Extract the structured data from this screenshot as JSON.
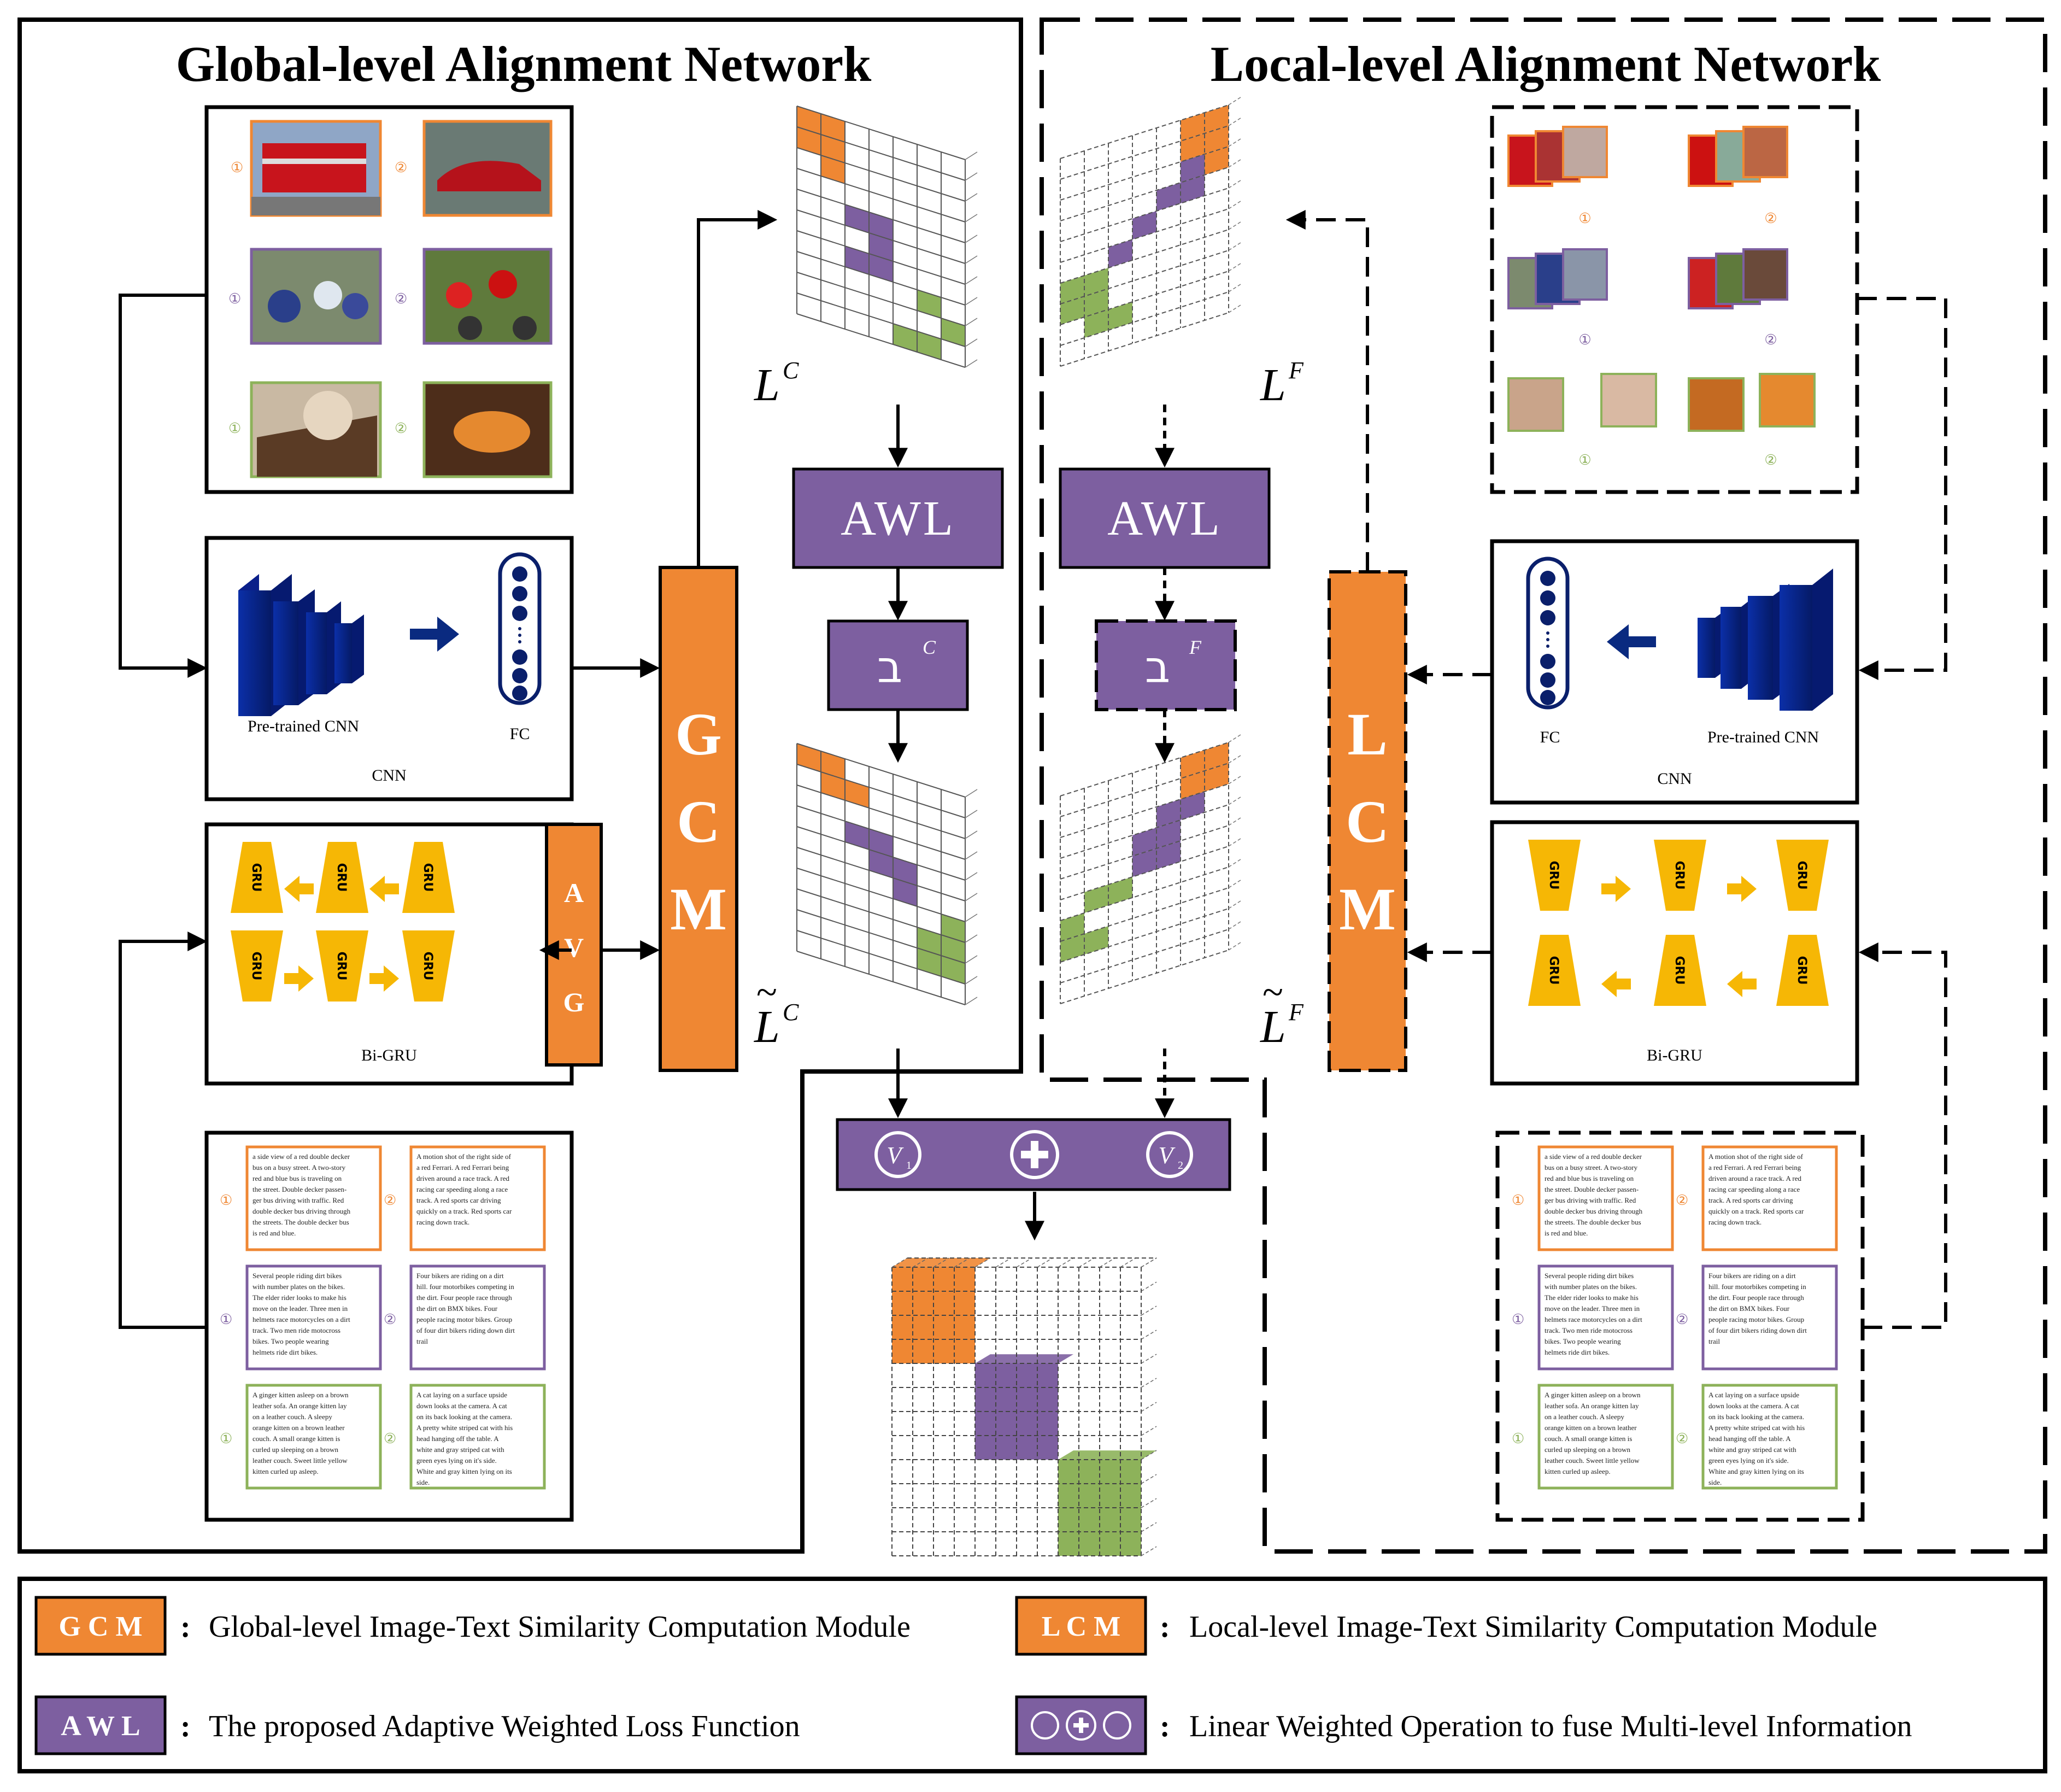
{
  "titles": {
    "global": "Global-level Alignment Network",
    "local": "Local-level Alignment Network"
  },
  "colors": {
    "orange": "#ef8733",
    "purple": "#7d5fa0",
    "green": "#8db25a",
    "navy": "#0a1f6b",
    "yellow": "#f6b705",
    "black": "#000000"
  },
  "global": {
    "cnn_label": "CNN",
    "pretrained": "Pre-trained CNN",
    "fc": "FC",
    "bigru_label": "Bi-GRU",
    "gru": "GRU",
    "avg": [
      "A",
      "V",
      "G"
    ],
    "gcm": [
      "G",
      "C",
      "M"
    ],
    "matrix": "L",
    "matrix_sup": "C",
    "matrix_tilde": "L",
    "awl": "AWL",
    "beta": "ב",
    "beta_sup": "C"
  },
  "local": {
    "cnn_label": "CNN",
    "pretrained": "Pre-trained CNN",
    "fc": "FC",
    "bigru_label": "Bi-GRU",
    "gru": "GRU",
    "lcm": [
      "L",
      "C",
      "M"
    ],
    "matrix": "L",
    "matrix_sup": "F",
    "awl": "AWL",
    "beta": "ב",
    "beta_sup": "F"
  },
  "fusion": {
    "v1": "V",
    "v1_sub": "1",
    "v2": "V",
    "v2_sub": "2",
    "plus": "+"
  },
  "image_markers": [
    "①",
    "②"
  ],
  "captions": {
    "c1": [
      "a side view of a red double decker",
      "bus on a busy street. A two-story",
      "red and blue bus is traveling on",
      "the street. Double decker passen-",
      "ger bus driving with traffic. Red",
      "double decker bus driving through",
      "the streets. The double decker bus",
      "is red and blue."
    ],
    "c2": [
      "A motion shot of the right side of",
      "a red Ferrari. A red Ferrari being",
      "driven around a race track. A red",
      "racing car speeding along a race",
      "track. A red sports car driving",
      "quickly on a track. Red sports car",
      "racing down track."
    ],
    "c3": [
      "Several people riding dirt bikes",
      "with number plates on the bikes.",
      "The elder rider looks to make his",
      "move on the leader. Three men in",
      "helmets race motorcycles on a dirt",
      "track. Two men ride motocross",
      "bikes. Two people wearing",
      "helmets ride dirt bikes."
    ],
    "c4": [
      "Four bikers are riding on a dirt",
      "hill. four motorbikes competing in",
      "the dirt. Four people race through",
      "the dirt on BMX bikes. Four",
      "people racing motor bikes. Group",
      "of four dirt bikers riding down dirt",
      "trail"
    ],
    "c5": [
      "A ginger kitten asleep on a brown",
      "leather sofa. An orange kitten lay",
      "on a leather couch. A sleepy",
      "orange kitten on a brown leather",
      "couch. A small orange kitten is",
      "curled up sleeping on a brown",
      "leather couch. Sweet little yellow",
      "kitten curled up asleep."
    ],
    "c6": [
      "A cat laying on a surface upside",
      "down looks at the camera. A cat",
      "on its back looking at the camera.",
      "A pretty white striped cat with his",
      "head hanging off the table. A",
      "white and gray striped cat with",
      "green eyes lying on it's side.",
      "White and gray kitten lying on its",
      "side."
    ]
  },
  "legend": [
    {
      "key": "G C M",
      "colon": ":",
      "text": "Global-level Image-Text Similarity Computation Module"
    },
    {
      "key": "L C M",
      "colon": ":",
      "text": "Local-level Image-Text Similarity Computation Module"
    },
    {
      "key": "A W L",
      "colon": ":",
      "text": "The proposed Adaptive Weighted Loss Function"
    },
    {
      "key": "",
      "colon": ":",
      "text": "Linear Weighted Operation to fuse Multi-level Information"
    }
  ]
}
